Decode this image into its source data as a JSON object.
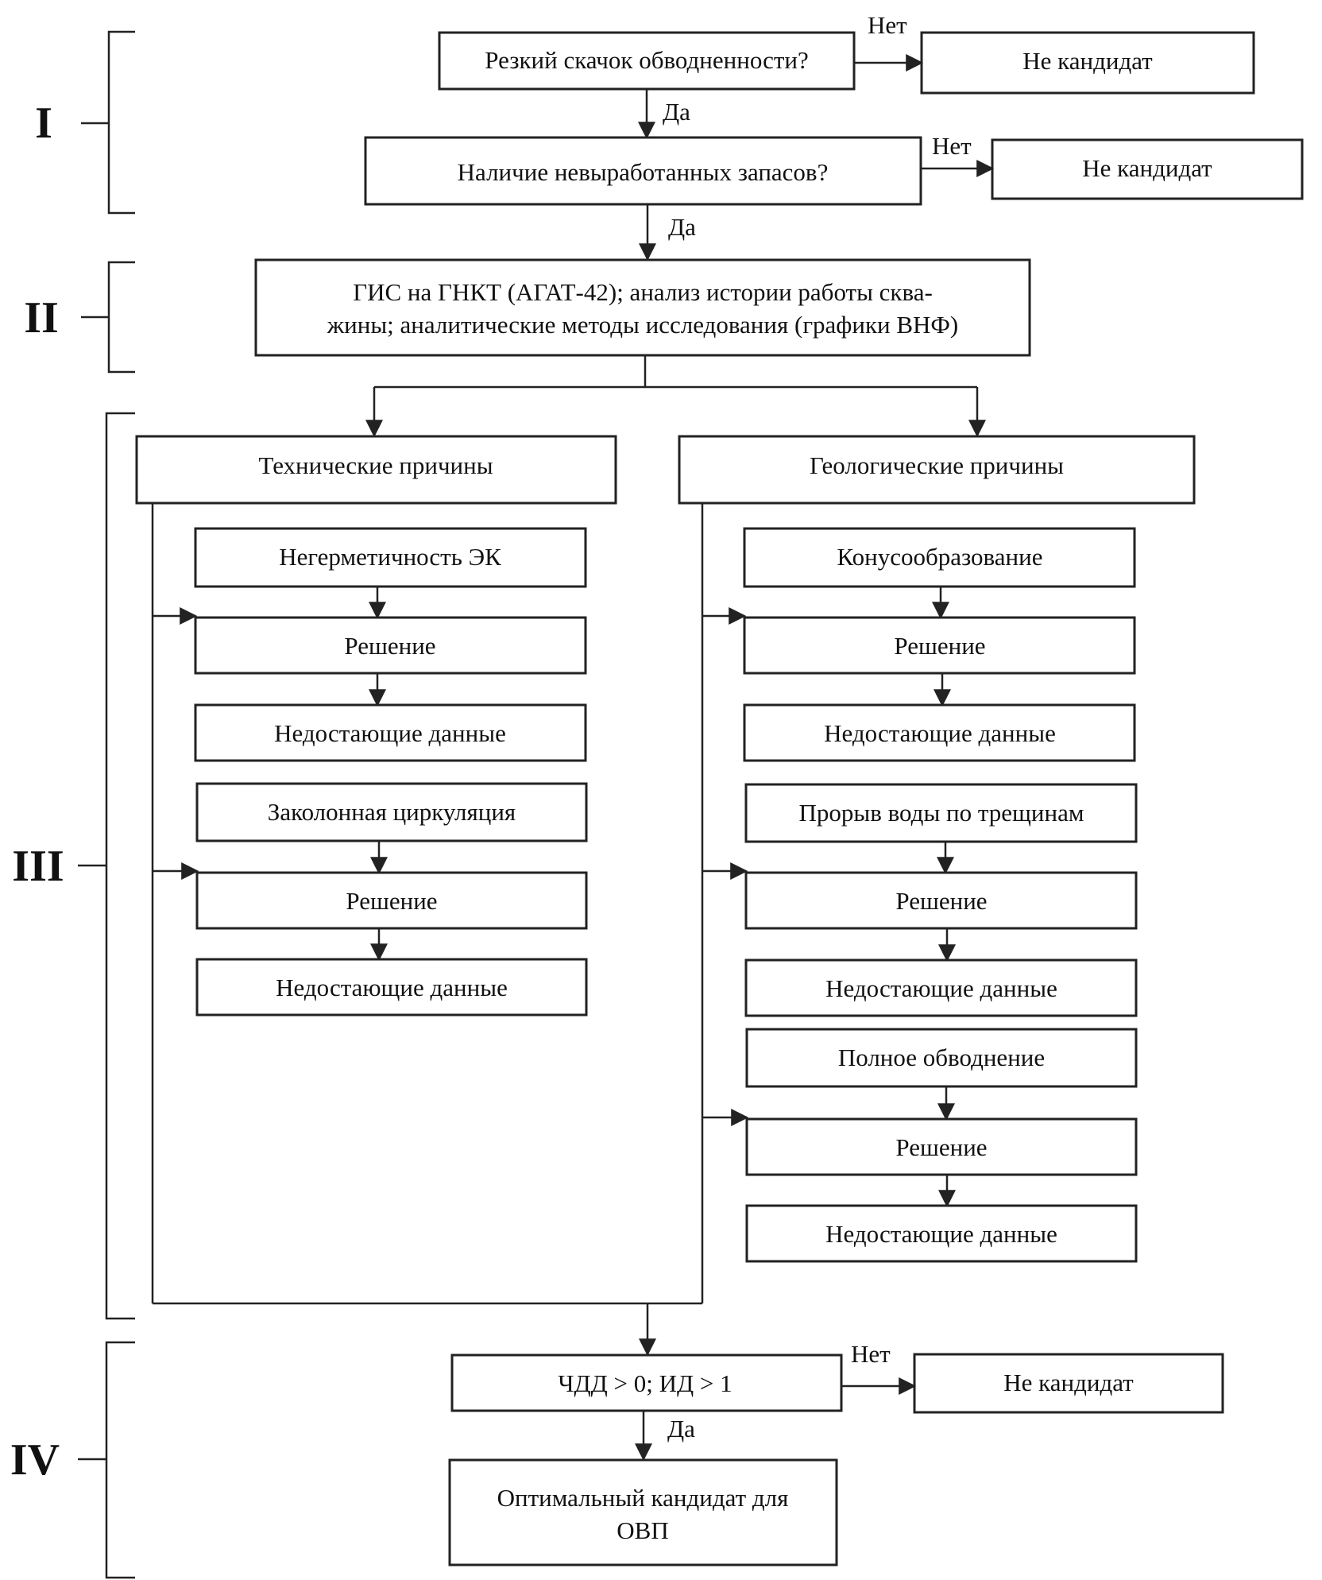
{
  "stages": {
    "s1": "I",
    "s2": "II",
    "s3": "III",
    "s4": "IV"
  },
  "labels": {
    "yes": "Да",
    "no": "Нет"
  },
  "boxes": {
    "q_watercut": "Резкий скачок обводненности?",
    "not_candidate_1": "Не кандидат",
    "q_reserves": "Наличие невыработанных запасов?",
    "not_candidate_2": "Не кандидат",
    "analysis_line1": "ГИС на ГНКТ (АГАТ-42); анализ истории работы сква-",
    "analysis_line2": "жины; аналитические методы исследования (графики ВНФ)",
    "technical_causes": "Технические причины",
    "geological_causes": "Геологические причины",
    "t1_problem": "Негерметичность ЭК",
    "t1_solution": "Решение",
    "t1_missing": "Недостающие данные",
    "t2_problem": "Заколонная циркуляция",
    "t2_solution": "Решение",
    "t2_missing": "Недостающие данные",
    "g1_problem": "Конусообразование",
    "g1_solution": "Решение",
    "g1_missing": "Недостающие данные",
    "g2_problem": "Прорыв воды по трещинам",
    "g2_solution": "Решение",
    "g2_missing": "Недостающие данные",
    "g3_problem": "Полное обводнение",
    "g3_solution": "Решение",
    "g3_missing": "Недостающие данные",
    "q_economics": "ЧДД > 0; ИД > 1",
    "not_candidate_3": "Не кандидат",
    "optimal_line1": "Оптимальный кандидат для",
    "optimal_line2": "ОВП"
  }
}
